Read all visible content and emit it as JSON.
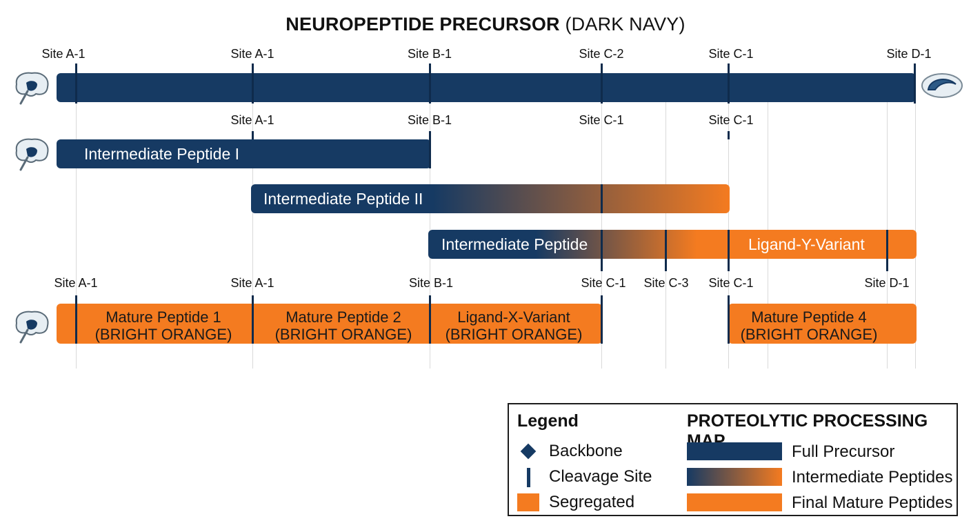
{
  "title": {
    "main": "NEUROPEPTIDE PRECURSOR",
    "sub": "(DARK NAVY)"
  },
  "rows": {
    "row1_sites": [
      "Site A-1",
      "Site A-1",
      "Site B-1",
      "Site C-2",
      "Site C-1",
      "Site D-1"
    ],
    "row2_sites": [
      "Site A-1",
      "Site B-1",
      "Site C-1",
      "Site C-1"
    ],
    "row5_sites": [
      "Site A-1",
      "Site A-1",
      "Site B-1",
      "Site C-1",
      "Site C-3",
      "Site C-1",
      "Site D-1"
    ]
  },
  "bars": {
    "intermediate_1": "Intermediate Peptide I",
    "intermediate_2": "Intermediate Peptide II",
    "intermediate_3": "Intermediate Peptide",
    "ligand_y": "Ligand-Y-Variant"
  },
  "mature": [
    {
      "name": "Mature Peptide 1",
      "note": "(BRIGHT ORANGE)"
    },
    {
      "name": "Mature Peptide 2",
      "note": "(BRIGHT ORANGE)"
    },
    {
      "name": "Ligand-X-Variant",
      "note": "(BRIGHT ORANGE)"
    },
    {
      "name": "Mature Peptide 4",
      "note": "(BRIGHT ORANGE)"
    }
  ],
  "legend": {
    "heading": "Legend",
    "map_heading": "PROTEOLYTIC PROCESSING MAP",
    "left_items": [
      "Backbone",
      "Cleavage Site",
      "Segregated"
    ],
    "right_items": [
      "Full Precursor",
      "Intermediate Peptides",
      "Final Mature Peptides"
    ]
  },
  "icons": {
    "n_terminus": "brain-icon",
    "c_terminus": "seahorse-icon"
  },
  "colors": {
    "navy": "#163a63",
    "orange": "#f47b20"
  }
}
